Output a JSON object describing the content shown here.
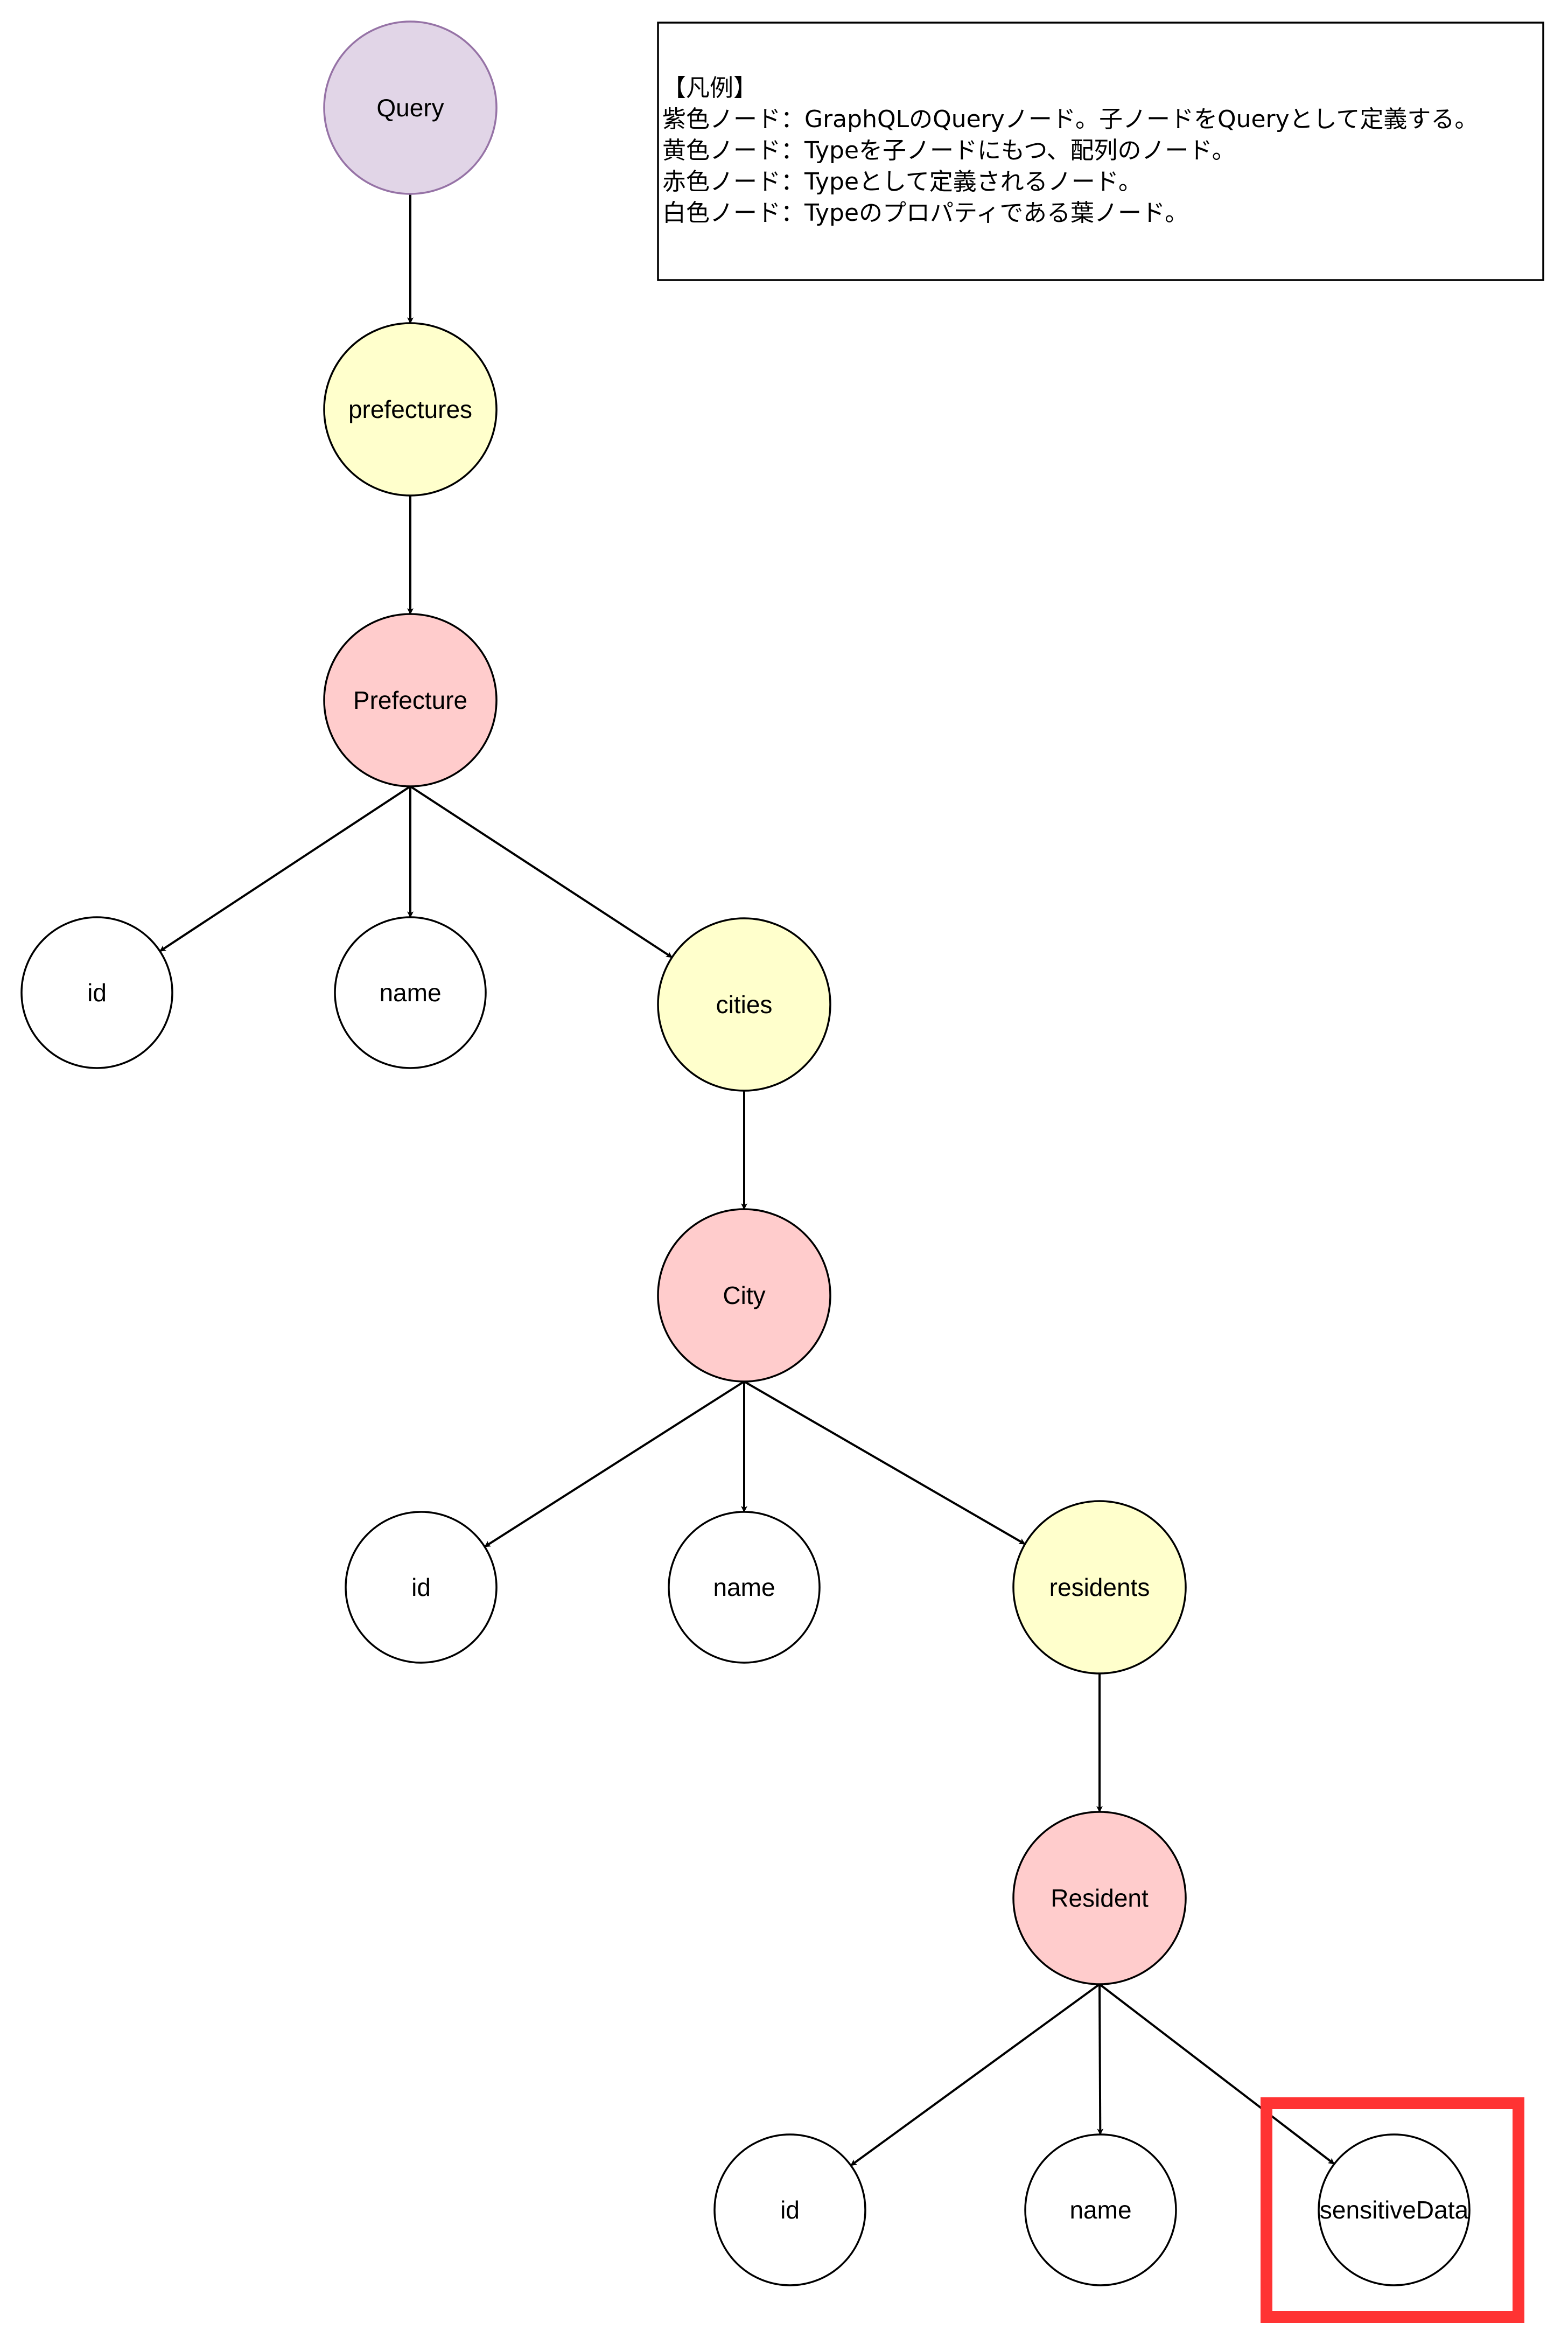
{
  "colors": {
    "query_fill": "#e1d5e7",
    "query_stroke": "#9673a6",
    "array_fill": "#ffffcc",
    "type_fill": "#ffcccc",
    "leaf_fill": "#ffffff",
    "stroke": "#000000",
    "highlight": "#ff3333"
  },
  "legend": {
    "lines": [
      "【凡例】",
      "紫色ノード：GraphQLのQueryノード。子ノードをQueryとして定義する。",
      "黄色ノード：Typeを子ノードにもつ、配列のノード。",
      "赤色ノード：Typeとして定義されるノード。",
      "白色ノード：Typeのプロパティである葉ノード。"
    ]
  },
  "nodes": [
    {
      "id": "query",
      "label": "Query",
      "kind": "query"
    },
    {
      "id": "prefectures",
      "label": "prefectures",
      "kind": "array"
    },
    {
      "id": "prefecture",
      "label": "Prefecture",
      "kind": "type"
    },
    {
      "id": "pref_id",
      "label": "id",
      "kind": "leaf"
    },
    {
      "id": "pref_name",
      "label": "name",
      "kind": "leaf"
    },
    {
      "id": "cities",
      "label": "cities",
      "kind": "array"
    },
    {
      "id": "city",
      "label": "City",
      "kind": "type"
    },
    {
      "id": "city_id",
      "label": "id",
      "kind": "leaf"
    },
    {
      "id": "city_name",
      "label": "name",
      "kind": "leaf"
    },
    {
      "id": "residents",
      "label": "residents",
      "kind": "array"
    },
    {
      "id": "resident",
      "label": "Resident",
      "kind": "type"
    },
    {
      "id": "res_id",
      "label": "id",
      "kind": "leaf"
    },
    {
      "id": "res_name",
      "label": "name",
      "kind": "leaf"
    },
    {
      "id": "sensitive",
      "label": "sensitiveData",
      "kind": "leaf",
      "highlighted": true
    }
  ],
  "edges": [
    [
      "query",
      "prefectures"
    ],
    [
      "prefectures",
      "prefecture"
    ],
    [
      "prefecture",
      "pref_id"
    ],
    [
      "prefecture",
      "pref_name"
    ],
    [
      "prefecture",
      "cities"
    ],
    [
      "cities",
      "city"
    ],
    [
      "city",
      "city_id"
    ],
    [
      "city",
      "city_name"
    ],
    [
      "city",
      "residents"
    ],
    [
      "residents",
      "resident"
    ],
    [
      "resident",
      "res_id"
    ],
    [
      "resident",
      "res_name"
    ],
    [
      "resident",
      "sensitive"
    ]
  ]
}
